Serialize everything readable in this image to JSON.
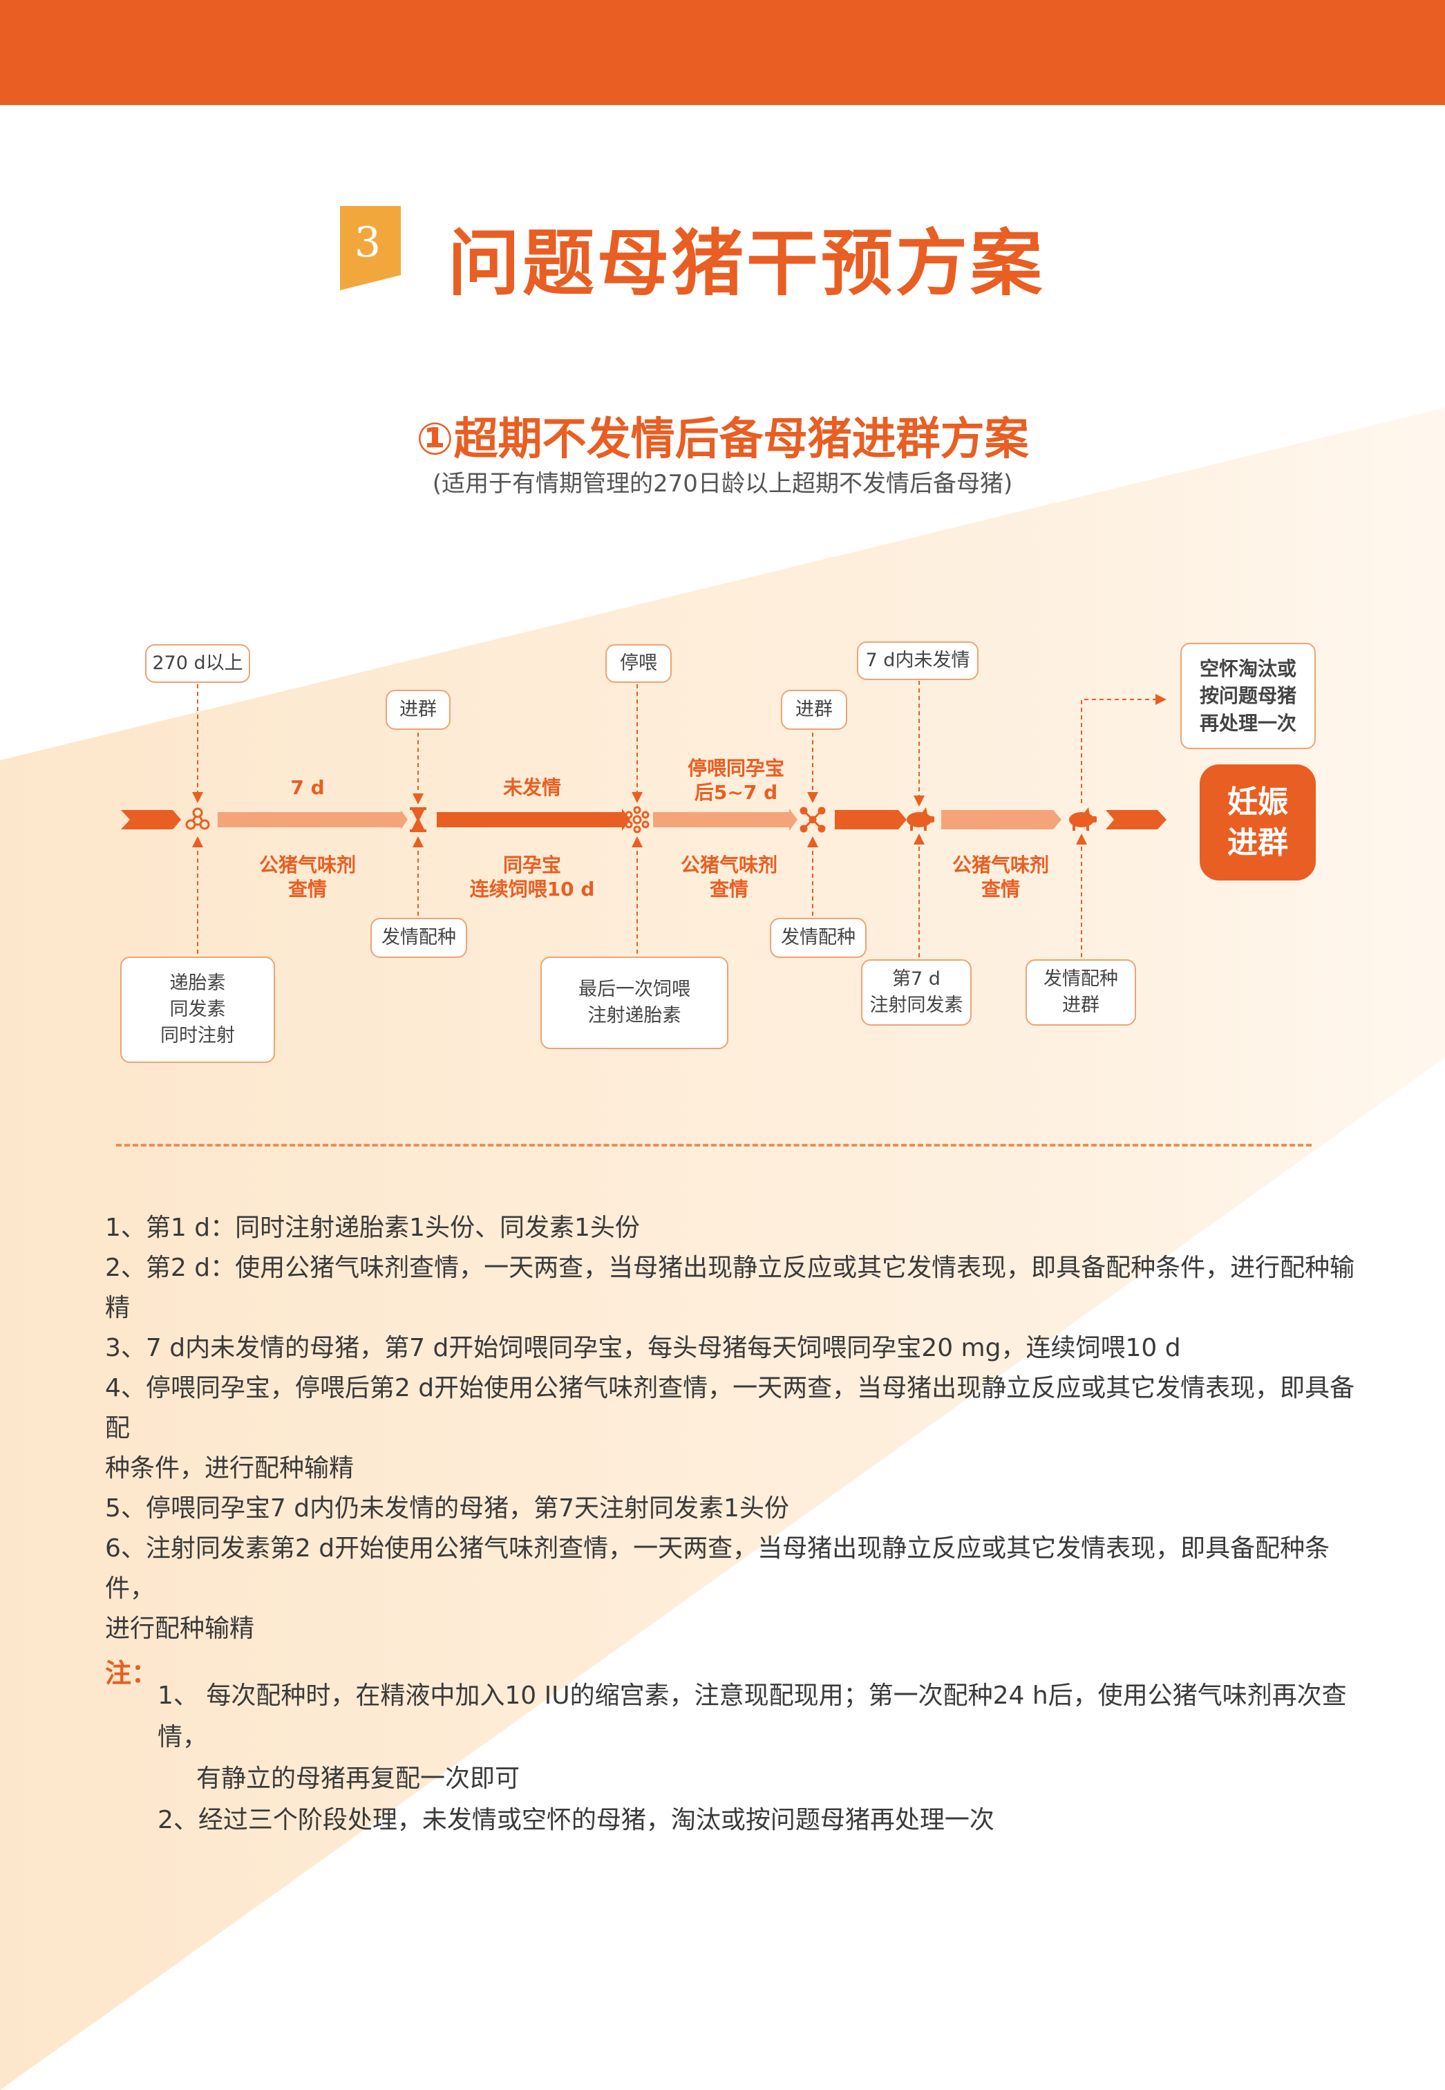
{
  "colors": {
    "accent": "#e95e22",
    "badge": "#f2a73d",
    "wedge": "#fdeedb"
  },
  "section": {
    "number": "3",
    "title": "问题母猪干预方案"
  },
  "subsection": {
    "title": "①超期不发情后备母猪进群方案",
    "note": "(适用于有情期管理的270日龄以上超期不发情后备母猪)"
  },
  "flow": {
    "top_boxes": [
      "270 d以上",
      "进群",
      "停喂",
      "进群",
      "7 d内未发情",
      "空怀淘汰或\n按问题母猪\n再处理一次"
    ],
    "bar_labels_top": [
      "7 d",
      "未发情",
      "停喂同孕宝\n后5~7 d"
    ],
    "bar_labels_bottom": [
      "公猪气味剂\n查情",
      "同孕宝\n连续饲喂10 d",
      "公猪气味剂\n查情",
      "公猪气味剂\n查情"
    ],
    "bottom_boxes": [
      "递胎素\n同发素\n同时注射",
      "发情配种",
      "最后一次饲喂\n注射递胎素",
      "发情配种",
      "第7 d\n注射同发素",
      "发情配种\n进群"
    ],
    "final": "妊娠\n进群",
    "icons": [
      "molecule-icon",
      "hourglass-icon",
      "molecule-icon",
      "network-icon",
      "pig-icon",
      "pig-icon"
    ]
  },
  "steps": [
    "1、第1 d：同时注射递胎素1头份、同发素1头份",
    "2、第2 d：使用公猪气味剂查情，一天两查，当母猪出现静立反应或其它发情表现，即具备配种条件，进行配种输精",
    "3、7 d内未发情的母猪，第7 d开始饲喂同孕宝，每头母猪每天饲喂同孕宝20 mg，连续饲喂10 d",
    "4、停喂同孕宝，停喂后第2  d开始使用公猪气味剂查情，一天两查，当母猪出现静立反应或其它发情表现，即具备配",
    "种条件，进行配种输精",
    "5、停喂同孕宝7 d内仍未发情的母猪，第7天注射同发素1头份",
    "6、注射同发素第2  d开始使用公猪气味剂查情，一天两查，当母猪出现静立反应或其它发情表现，即具备配种条件，",
    "进行配种输精"
  ],
  "notes": {
    "heading": "注：",
    "lines": [
      "1、 每次配种时，在精液中加入10 IU的缩宫素，注意现配现用；第一次配种24 h后，使用公猪气味剂再次查情，",
      "有静立的母猪再复配一次即可",
      "2、经过三个阶段处理，未发情或空怀的母猪，淘汰或按问题母猪再处理一次"
    ]
  }
}
